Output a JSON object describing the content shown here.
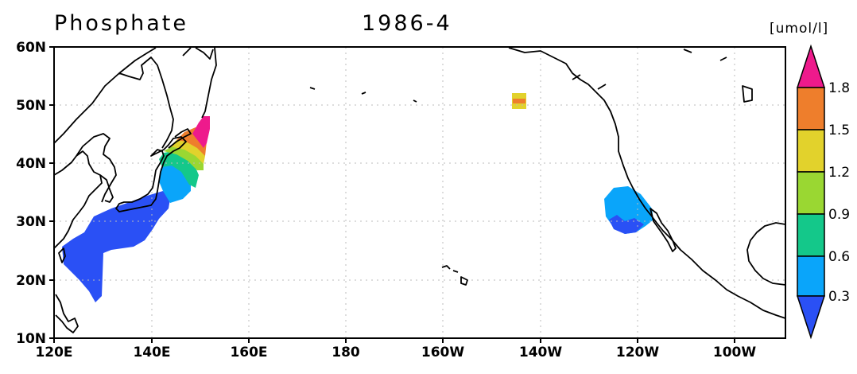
{
  "title": {
    "variable": "Phosphate",
    "date": "1986-4"
  },
  "colorbar": {
    "unit": "[umol/l]",
    "levels": [
      "0.3",
      "0.6",
      "0.9",
      "1.2",
      "1.5",
      "1.8"
    ],
    "colors": [
      "#2a50f5",
      "#0aa5fa",
      "#14c88a",
      "#9ad732",
      "#e2d22c",
      "#ee7e2c",
      "#ee1a8c"
    ]
  },
  "axes": {
    "lon_labels": [
      "120E",
      "140E",
      "160E",
      "180",
      "160W",
      "140W",
      "120W",
      "100W"
    ],
    "lat_labels": [
      "10N",
      "20N",
      "30N",
      "40N",
      "50N",
      "60N"
    ]
  },
  "map": {
    "projection": "plate-carree",
    "lon_range": [
      "120E",
      "90W"
    ],
    "lat_range": [
      "10N",
      "60N"
    ],
    "grid": "dotted",
    "coastlines": true,
    "shaded_regions": [
      {
        "region": "western-north-pacific-south-of-japan",
        "class": "0.3 and below"
      },
      {
        "region": "off-honshu",
        "class": "0.3-0.6"
      },
      {
        "region": "off-tohoku",
        "class": "0.6-1.5"
      },
      {
        "region": "off-hokkaido-kurils",
        "class": "1.5 and above"
      },
      {
        "region": "gulf-of-alaska-patch",
        "class": "1.2-1.8"
      },
      {
        "region": "off-baja-california",
        "class": "0.3-0.6"
      }
    ]
  }
}
